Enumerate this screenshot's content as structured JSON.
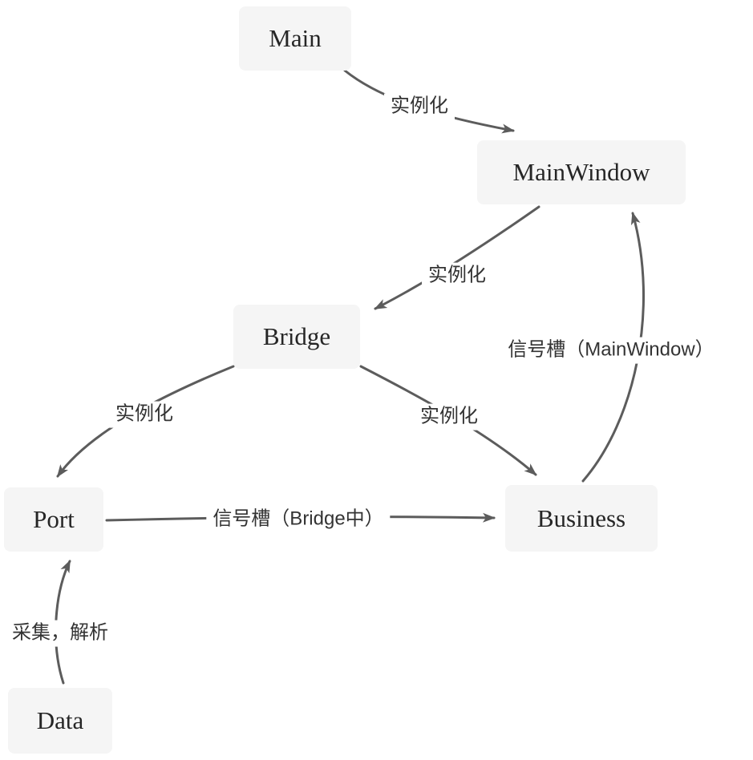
{
  "diagram": {
    "nodes": [
      {
        "id": "main",
        "label": "Main"
      },
      {
        "id": "mainwindow",
        "label": "MainWindow"
      },
      {
        "id": "bridge",
        "label": "Bridge"
      },
      {
        "id": "port",
        "label": "Port"
      },
      {
        "id": "business",
        "label": "Business"
      },
      {
        "id": "data",
        "label": "Data"
      }
    ],
    "edges": [
      {
        "from": "main",
        "to": "mainwindow",
        "label": "实例化"
      },
      {
        "from": "mainwindow",
        "to": "bridge",
        "label": "实例化"
      },
      {
        "from": "bridge",
        "to": "port",
        "label": "实例化"
      },
      {
        "from": "bridge",
        "to": "business",
        "label": "实例化"
      },
      {
        "from": "port",
        "to": "business",
        "label": "信号槽（Bridge中）"
      },
      {
        "from": "business",
        "to": "mainwindow",
        "label": "信号槽（MainWindow）"
      },
      {
        "from": "data",
        "to": "port",
        "label": "采集，解析"
      }
    ],
    "colors": {
      "node_background": "#f5f5f5",
      "edge_stroke": "#5c5c5c",
      "node_text": "#262626",
      "label_text": "#333333"
    }
  }
}
